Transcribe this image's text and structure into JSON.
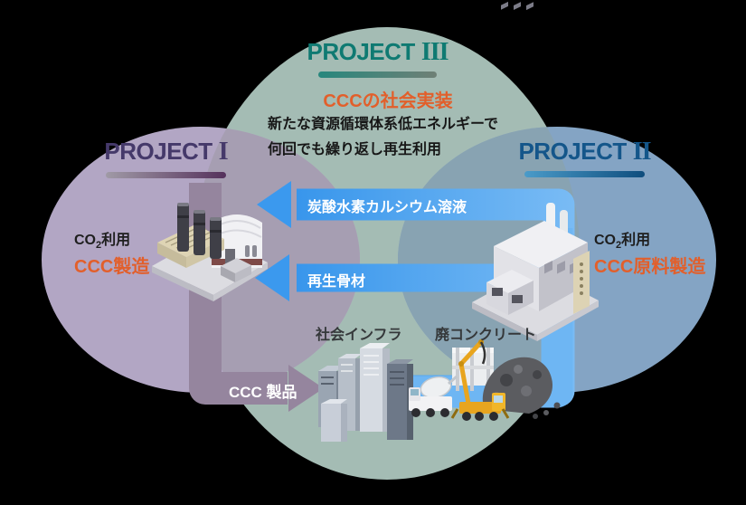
{
  "diagram": {
    "project1": {
      "label": "PROJECT",
      "numeral": "I",
      "co2": {
        "pre": "CO",
        "sub": "2",
        "post": "利用"
      },
      "role": "CCC製造"
    },
    "project2": {
      "label": "PROJECT",
      "numeral": "II",
      "co2": {
        "pre": "CO",
        "sub": "2",
        "post": "利用"
      },
      "role": "CCC原料製造"
    },
    "project3": {
      "label": "PROJECT",
      "numeral": "III",
      "role": "CCCの社会実装",
      "desc_line1": "新たな資源循環体系低エネルギーで",
      "desc_line2": "何回でも繰り返し再生利用"
    },
    "flows": {
      "solution": "炭酸水素カルシウム溶液",
      "aggregate": "再生骨材",
      "product": "CCC 製品"
    },
    "sites": {
      "infrastructure": "社会インフラ",
      "waste_concrete": "廃コンクリート"
    },
    "colors": {
      "project1_accent": "#45396a",
      "project2_accent": "#14568a",
      "project3_accent": "#0f7a72",
      "highlight_orange": "#e25f2b",
      "circle_left": "#b2a6c4",
      "circle_center": "#a4bcb4",
      "circle_right": "#84a4c4",
      "flow_blue": "#3a9af0",
      "flow_purple": "#95859e"
    }
  }
}
